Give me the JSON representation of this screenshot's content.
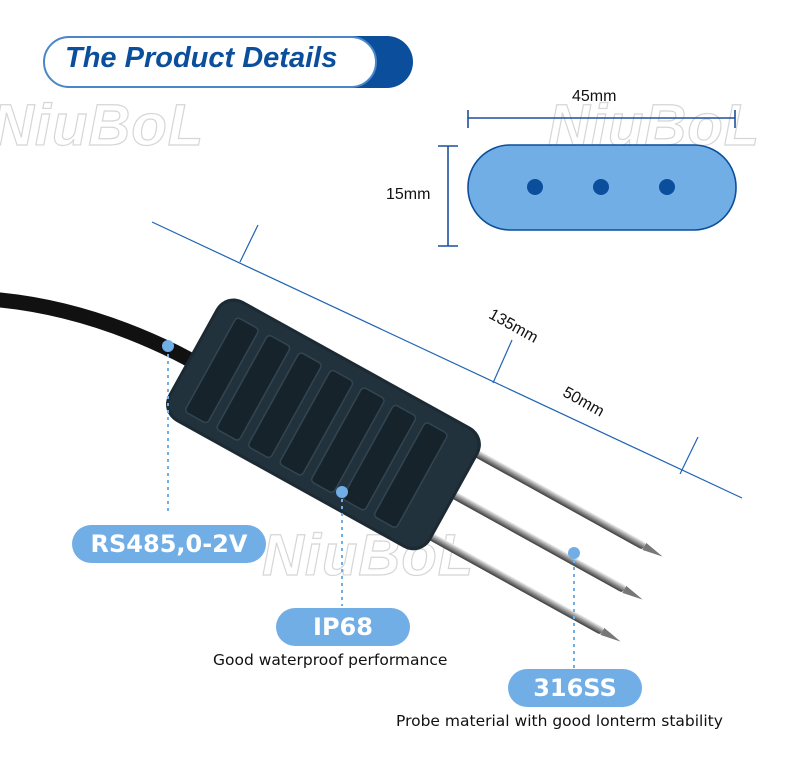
{
  "header": {
    "title": "The Product Details"
  },
  "watermark": {
    "brand": "NiuBoL"
  },
  "cross_section": {
    "width_label": "45mm",
    "height_label": "15mm",
    "fill_color": "#72aee6",
    "outline_color": "#0b4f9c",
    "hole_count": 3
  },
  "dimensions": {
    "total_length_label": "135mm",
    "probe_length_label": "50mm",
    "line_color": "#1f64b4"
  },
  "features": [
    {
      "tag": "RS485,0-2V",
      "caption": ""
    },
    {
      "tag": "IP68",
      "caption": "Good waterproof performance"
    },
    {
      "tag": "316SS",
      "caption": "Probe material with good lonterm stability"
    }
  ],
  "colors": {
    "accent": "#0b4f9c",
    "tag_bg": "#72aee6",
    "border": "#4a86c8"
  }
}
